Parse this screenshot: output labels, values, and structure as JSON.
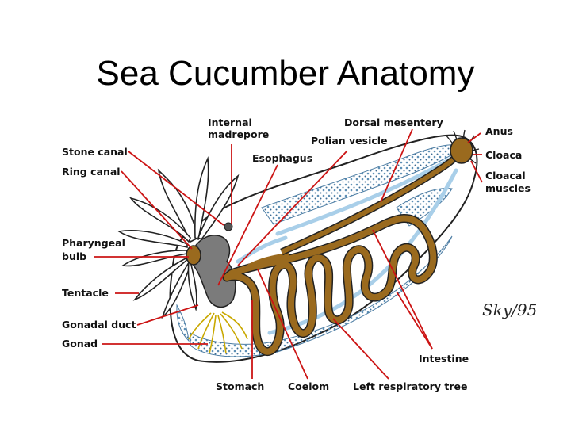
{
  "title": "Sea Cucumber Anatomy",
  "colors": {
    "leader": "#cc1414",
    "gut": "#9a6a1e",
    "vessel": "#a9cfe9",
    "outline": "#222222"
  },
  "labels": {
    "internal_madrepore_1": "Internal",
    "internal_madrepore_2": "madrepore",
    "dorsal_mesentery": "Dorsal mesentery",
    "polian_vesicle": "Polian vesicle",
    "esophagus": "Esophagus",
    "stone_canal": "Stone canal",
    "ring_canal": "Ring canal",
    "pharyngeal_bulb_1": "Pharyngeal",
    "pharyngeal_bulb_2": "bulb",
    "tentacle": "Tentacle",
    "gonadal_duct": "Gonadal duct",
    "gonad": "Gonad",
    "stomach": "Stomach",
    "coelom": "Coelom",
    "left_respiratory_tree": "Left respiratory tree",
    "intestine": "Intestine",
    "anus": "Anus",
    "cloaca": "Cloaca",
    "cloacal_muscles_1": "Cloacal",
    "cloacal_muscles_2": "muscles"
  },
  "signature": "Sky/95"
}
